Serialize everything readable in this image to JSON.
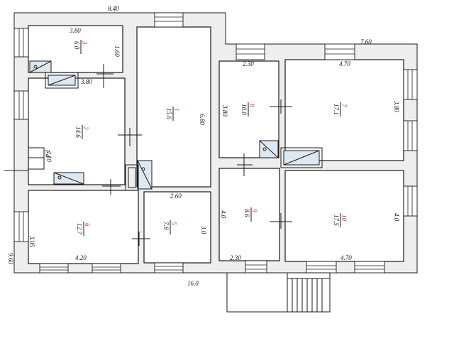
{
  "dimensions": {
    "top_left": "8.40",
    "top_right": "7.60",
    "bottom": "16.0",
    "left_side": "9.60",
    "r1_w": "3.80",
    "r1_lower": "3.80",
    "r1_h": "1.60",
    "r2_w": "2.30",
    "r2_h": "3.80",
    "r3_w": "4.70",
    "r3_h": "3.80",
    "r4_h": "6.80",
    "r5_h": "4.10",
    "r6_w": "4.20",
    "r6_h": "3.05",
    "r7_w": "2.60",
    "r7_h": "3.0",
    "r8_w": "2.30",
    "r8_h": "4.0",
    "r9_w": "4.70",
    "r9_h": "4.0",
    "small_hall": "1.4"
  },
  "rooms": [
    {
      "id": "room-1",
      "area": "6.0",
      "num": "3"
    },
    {
      "id": "room-2",
      "area": "10.0",
      "num": "8"
    },
    {
      "id": "room-3",
      "area": "17.1",
      "num": "7"
    },
    {
      "id": "room-4",
      "area": "15.6",
      "num": "1"
    },
    {
      "id": "room-5",
      "area": "14.6",
      "num": "2"
    },
    {
      "id": "room-6",
      "area": "12.7",
      "num": "6"
    },
    {
      "id": "room-7",
      "area": "7.8",
      "num": "5"
    },
    {
      "id": "room-8",
      "area": "8.6",
      "num": "9"
    },
    {
      "id": "room-9",
      "area": "17.5",
      "num": "10"
    }
  ]
}
